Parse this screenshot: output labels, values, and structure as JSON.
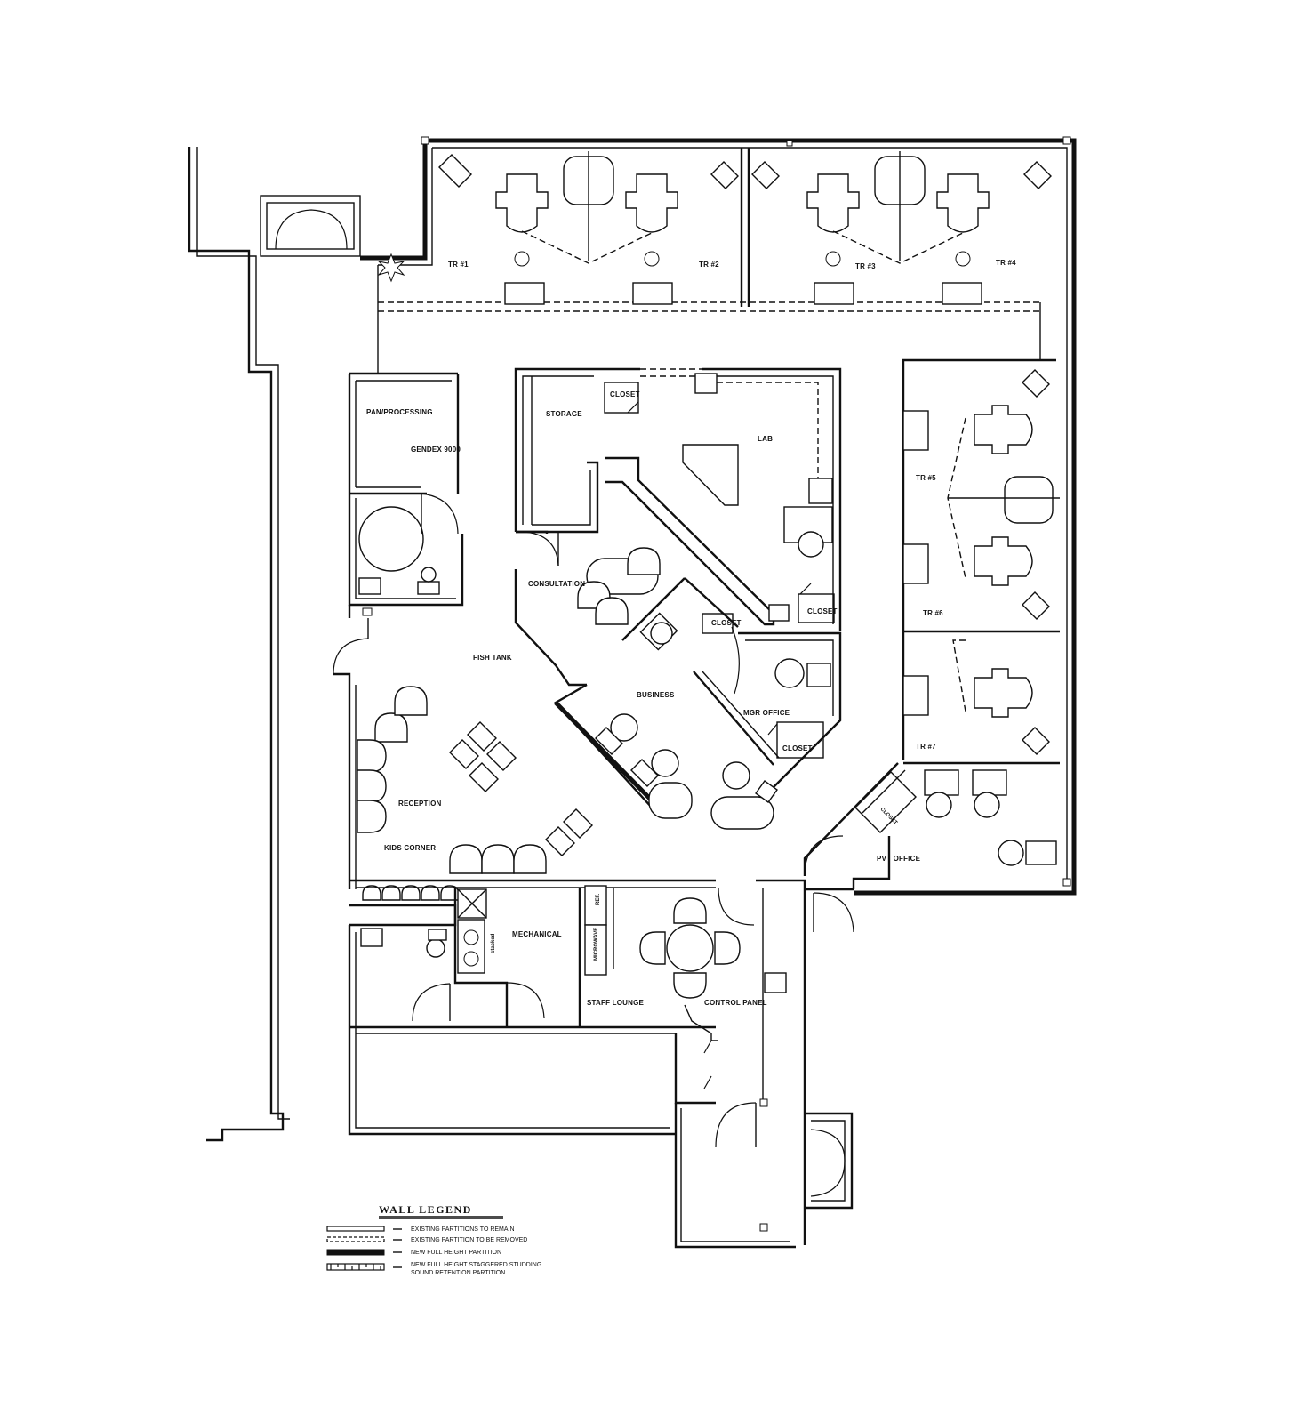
{
  "rooms": {
    "tr1": "TR #1",
    "tr2": "TR #2",
    "tr3": "TR #3",
    "tr4": "TR #4",
    "tr5": "TR #5",
    "tr6": "TR #6",
    "tr7": "TR #7",
    "pan_processing": "PAN/PROCESSING",
    "gendex": "GENDEX 9000",
    "storage": "STORAGE",
    "closet_storage": "CLOSET",
    "lab": "LAB",
    "consultation": "CONSULTATION",
    "closet_lab": "CLOSET",
    "closet_business": "CLOSET",
    "fish_tank": "FISH TANK",
    "business": "BUSINESS",
    "mgr_office": "MGR OFFICE",
    "closet_mgr": "CLOSET",
    "reception": "RECEPTION",
    "kids_corner": "KIDS CORNER",
    "closet_pvt": "CLOSET",
    "pvt_office": "PVT OFFICE",
    "mechanical": "MECHANICAL",
    "stacked": "stacked",
    "microwave": "MICROWAVE",
    "ref": "REF.",
    "staff_lounge": "STAFF LOUNGE",
    "control_panel": "CONTROL PANEL"
  },
  "legend": {
    "title": "WALL LEGEND",
    "items": [
      {
        "text": "EXISTING PARTITIONS TO REMAIN"
      },
      {
        "text": "EXISTING PARTITION TO BE REMOVED"
      },
      {
        "text": "NEW FULL HEIGHT PARTITION"
      },
      {
        "text": "NEW FULL HEIGHT STAGGERED STUDDING",
        "text2": "SOUND RETENTION PARTITION"
      }
    ]
  }
}
